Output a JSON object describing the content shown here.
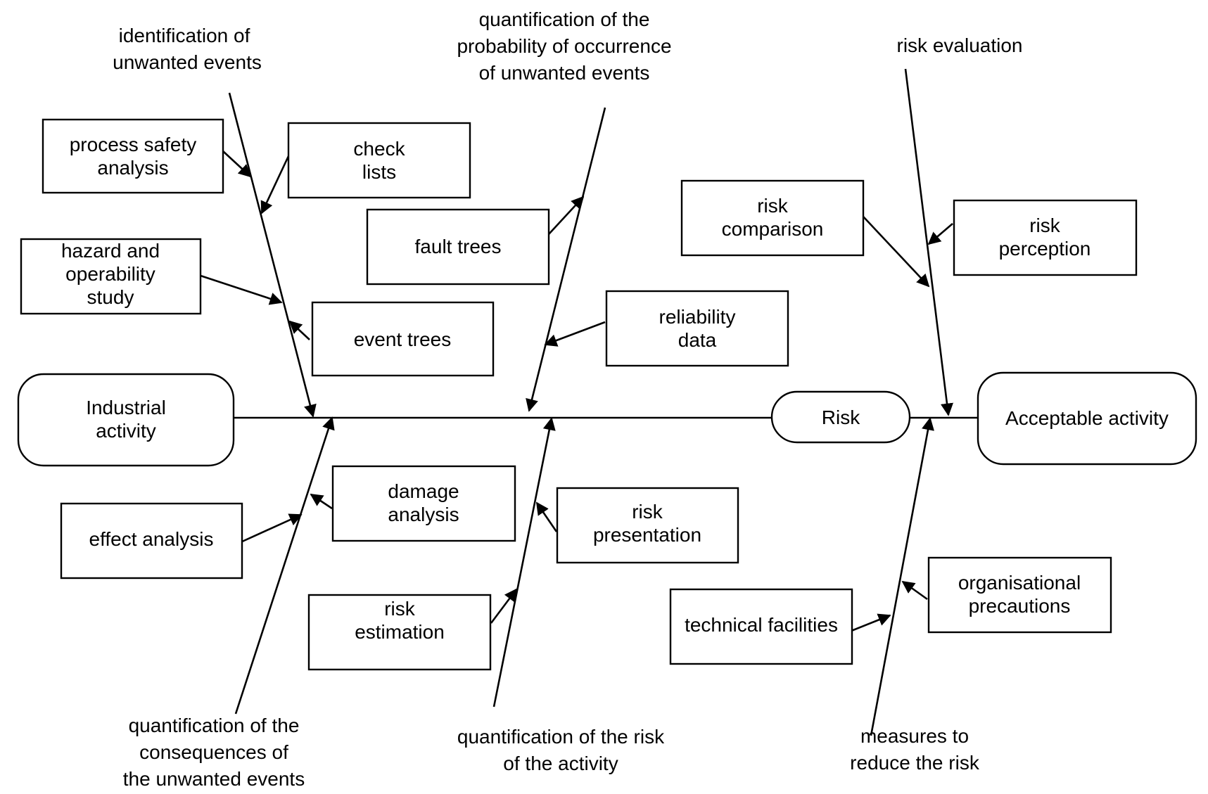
{
  "start_node": [
    "Industrial",
    "activity"
  ],
  "middle_node": [
    "Risk"
  ],
  "end_node": [
    "Acceptable activity"
  ],
  "branches": {
    "identification": [
      "identification of",
      "unwanted events"
    ],
    "probability": [
      "quantification of the",
      "probability of occurrence",
      "of unwanted events"
    ],
    "evaluation": [
      "risk evaluation"
    ],
    "consequences": [
      "quantification of the",
      "consequences of",
      "the unwanted events"
    ],
    "risk_quant": [
      "quantification of the risk",
      "of the activity"
    ],
    "measures": [
      "measures to",
      "reduce the risk"
    ]
  },
  "boxes": {
    "process_safety": [
      "process safety",
      "analysis"
    ],
    "check_lists": [
      "check",
      "lists"
    ],
    "hazop": [
      "hazard and",
      "operability",
      "study"
    ],
    "event_trees": [
      "event trees"
    ],
    "fault_trees": [
      "fault trees"
    ],
    "reliability": [
      "reliability",
      "data"
    ],
    "risk_comparison": [
      "risk",
      "comparison"
    ],
    "risk_perception": [
      "risk",
      "perception"
    ],
    "effect_analysis": [
      "effect analysis"
    ],
    "damage_analysis": [
      "damage",
      "analysis"
    ],
    "risk_estimation": [
      "risk",
      "estimation"
    ],
    "risk_presentation": [
      "risk",
      "presentation"
    ],
    "technical": [
      "technical facilities"
    ],
    "organisational": [
      "organisational",
      "precautions"
    ]
  }
}
